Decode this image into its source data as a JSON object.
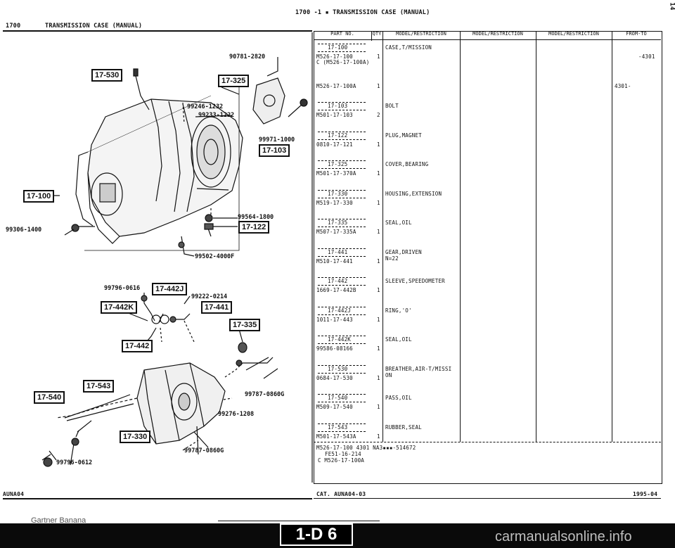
{
  "header": {
    "left_title_model": "1700",
    "left_title_text": "TRANSMISSION CASE (MANUAL)",
    "right_title": "1700 -1 ▪ TRANSMISSION CASE (MANUAL)",
    "corner_mark": "14"
  },
  "table": {
    "columns": [
      "PART NO.",
      "QTY",
      "MODEL/RESTRICTION",
      "MODEL/RESTRICTION",
      "MODEL/RESTRICTION",
      "FROM-TO"
    ],
    "rows": [
      {
        "group": "17-100",
        "part": "M526-17-100",
        "qty": "1",
        "name": "CASE,T/MISSION",
        "from_to": "-4301",
        "extra": "C (M526-17-100A)"
      },
      {
        "group": "",
        "part": "M526-17-100A",
        "qty": "1",
        "name": "",
        "from_to": "4301-",
        "extra": ""
      },
      {
        "group": "17-103",
        "part": "M501-17-103",
        "qty": "2",
        "name": "BOLT",
        "from_to": "",
        "extra": ""
      },
      {
        "group": "17-122",
        "part": "0810-17-121",
        "qty": "1",
        "name": "PLUG,MAGNET",
        "from_to": "",
        "extra": ""
      },
      {
        "group": "17-325",
        "part": "M501-17-370A",
        "qty": "1",
        "name": "COVER,BEARING",
        "from_to": "",
        "extra": ""
      },
      {
        "group": "17-330",
        "part": "M519-17-330",
        "qty": "1",
        "name": "HOUSING,EXTENSION",
        "from_to": "",
        "extra": ""
      },
      {
        "group": "17-335",
        "part": "M507-17-335A",
        "qty": "1",
        "name": "SEAL,OIL",
        "from_to": "",
        "extra": ""
      },
      {
        "group": "17-441",
        "part": "M510-17-441",
        "qty": "1",
        "name": "GEAR,DRIVEN",
        "from_to": "",
        "extra": "N=22"
      },
      {
        "group": "17-442",
        "part": "1669-17-442B",
        "qty": "1",
        "name": "SLEEVE,SPEEDOMETER",
        "from_to": "",
        "extra": ""
      },
      {
        "group": "17-442J",
        "part": "1011-17-443",
        "qty": "1",
        "name": "RING,'O'",
        "from_to": "",
        "extra": ""
      },
      {
        "group": "17-442K",
        "part": "99586-08166",
        "qty": "1",
        "name": "SEAL,OIL",
        "from_to": "",
        "extra": ""
      },
      {
        "group": "17-530",
        "part": "0684-17-530",
        "qty": "1",
        "name": "BREATHER,AIR-T/MISSI",
        "from_to": "",
        "extra": "ON"
      },
      {
        "group": "17-540",
        "part": "M509-17-540",
        "qty": "1",
        "name": "PASS,OIL",
        "from_to": "",
        "extra": ""
      },
      {
        "group": "17-543",
        "part": "M501-17-543A",
        "qty": "1",
        "name": "RUBBER,SEAL",
        "from_to": "",
        "extra": ""
      }
    ],
    "footnote_line1": "M526-17-100                4301 NA3▪▪▪-514672",
    "footnote_line2": "FE51-16-214",
    "footnote_line3": "C  M526-17-100A"
  },
  "footer": {
    "left_code": "AUNA04",
    "center_code": "CAT. AUNA04-03",
    "date": "1995-04",
    "page": "1-D 6",
    "watermark": "Gartner Banana",
    "site": "carmanualsonline.info"
  },
  "diagram": {
    "refs": {
      "r17_530": "17-530",
      "r17_325": "17-325",
      "r17_103": "17-103",
      "r17_100": "17-100",
      "r17_122": "17-122",
      "r17_442J": "17-442J",
      "r17_442K": "17-442K",
      "r17_441": "17-441",
      "r17_335": "17-335",
      "r17_442": "17-442",
      "r17_543": "17-543",
      "r17_540": "17-540",
      "r17_330": "17-330"
    },
    "labels": {
      "l90781": "90781-2820",
      "l99246": "99246-1232",
      "l99233": "99233-1222",
      "l99971": "99971-1000",
      "l99306": "99306-1400",
      "l99564": "99564-1800",
      "l99502": "99502-4000F",
      "l99796a": "99796-0616",
      "l99222": "99222-0214",
      "l99787a": "99787-0860G",
      "l99276": "99276-1208",
      "l99787b": "99787-0860G",
      "l99796b": "99796-0612"
    }
  }
}
